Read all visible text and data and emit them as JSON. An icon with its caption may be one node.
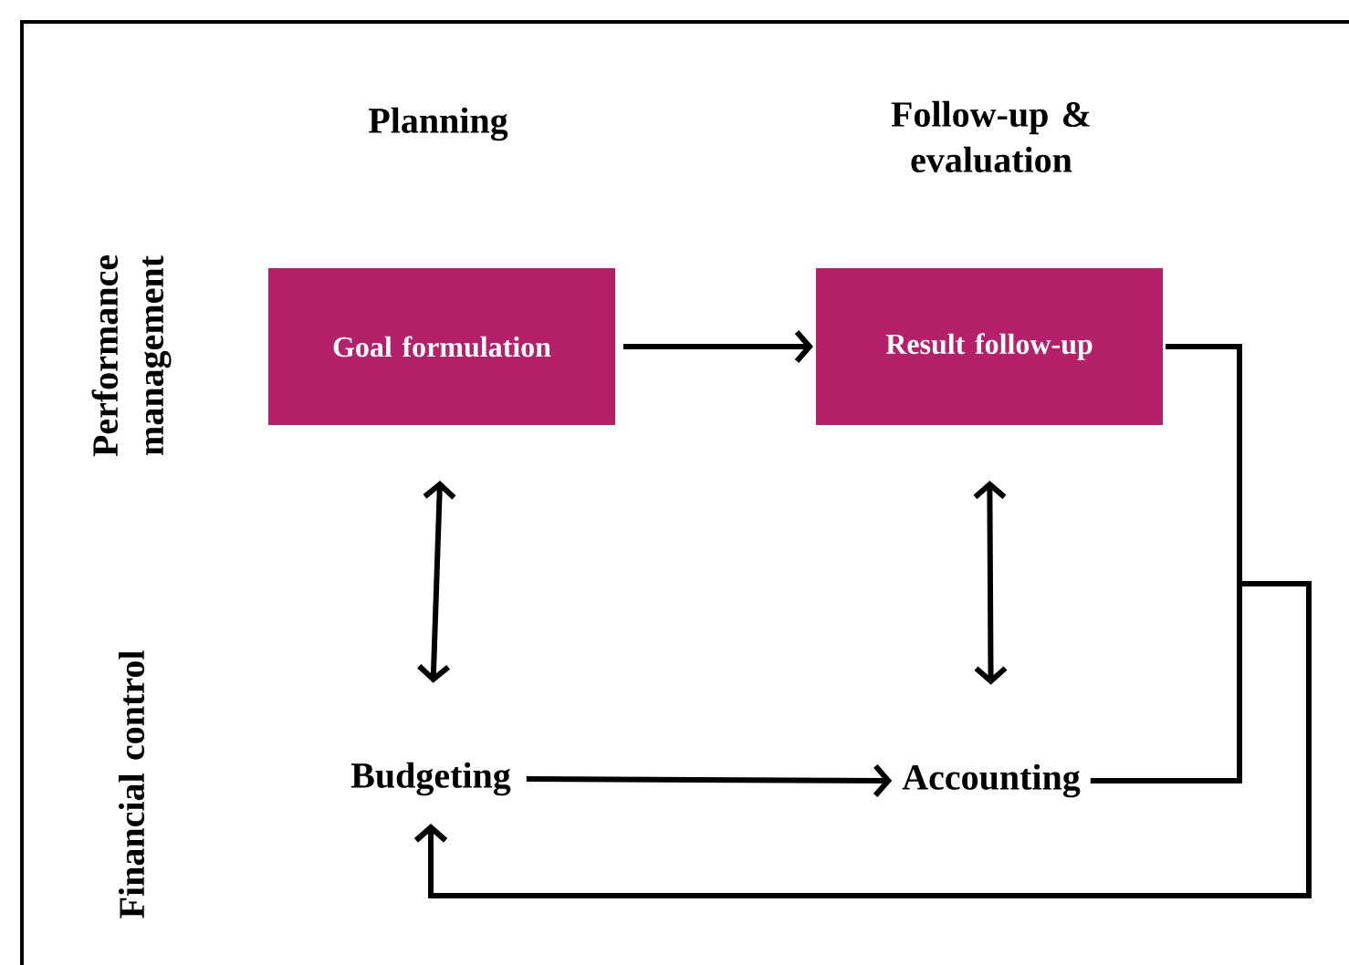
{
  "diagram": {
    "nodes": [
      {
        "text": [
          "Goal formulation"
        ]
      },
      {
        "text": [
          "Result follow-up"
        ]
      },
      {
        "text": [
          "Budgeting"
        ]
      },
      {
        "text": [
          "Accounting"
        ]
      }
    ],
    "edges": [
      {
        "from": 0,
        "to": 1,
        "arrow": "to"
      },
      {
        "from": 0,
        "to": 2,
        "arrow": "both"
      },
      {
        "from": 1,
        "to": 3,
        "arrow": "both"
      },
      {
        "from": 2,
        "to": 3,
        "arrow": "to"
      },
      {
        "from": 1,
        "to": 2,
        "arrow": "to"
      },
      {
        "from": 3,
        "to": 2,
        "arrow": "to"
      }
    ],
    "labels": [
      "Planning",
      "Follow-up & evaluation",
      "Performance management",
      "Financial control"
    ]
  }
}
